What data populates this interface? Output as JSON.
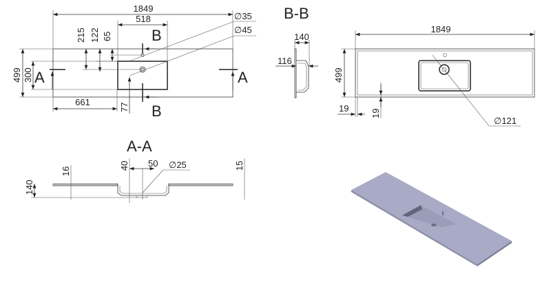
{
  "top_view": {
    "overall_length": "1849",
    "basin_width": "518",
    "dim_215": "215",
    "dim_122": "122",
    "dim_65": "65",
    "overall_depth": "499",
    "basin_depth": "300",
    "basin_offset_left": "661",
    "basin_offset_front": "77",
    "tap_hole_diameter": "∅35",
    "drain_diameter": "∅45",
    "section_a_label": "A",
    "section_b_label": "B"
  },
  "section_bb": {
    "title": "B-B",
    "height": "140",
    "basin_height": "116"
  },
  "plan_view": {
    "overall_length": "1849",
    "overall_depth": "499",
    "edge_x": "19",
    "edge_y": "19",
    "drain_diameter": "∅121"
  },
  "section_aa": {
    "title": "A-A",
    "height": "140",
    "top_thickness": "16",
    "dim_40": "40",
    "dim_50": "50",
    "overflow_diameter": "∅25",
    "edge_thickness": "15"
  },
  "render": {
    "surface_color": "#a9abc6",
    "shadow_color": "#7e8098",
    "edge_color": "#8d8fa9"
  }
}
